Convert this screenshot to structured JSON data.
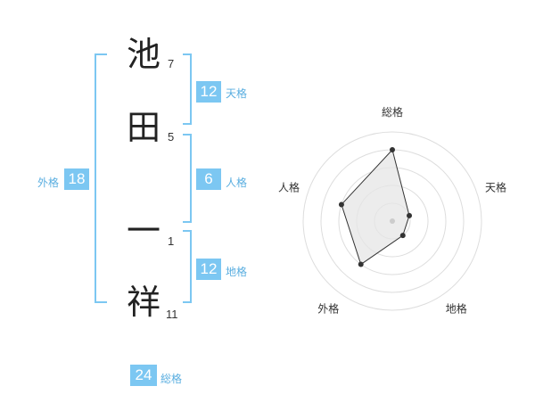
{
  "name": {
    "chars": [
      {
        "char": "池",
        "strokes": "7"
      },
      {
        "char": "田",
        "strokes": "5"
      },
      {
        "char": "一",
        "strokes": "1"
      },
      {
        "char": "祥",
        "strokes": "11"
      }
    ]
  },
  "kaku": {
    "tenkaku": {
      "value": "12",
      "label": "天格"
    },
    "jinkaku": {
      "value": "6",
      "label": "人格"
    },
    "chikaku": {
      "value": "12",
      "label": "地格"
    },
    "gaikaku": {
      "value": "18",
      "label": "外格"
    },
    "soukaku": {
      "value": "24",
      "label": "総格"
    }
  },
  "colors": {
    "accent": "#7cc7f2",
    "label": "#5aaee0"
  },
  "chart_data": {
    "type": "radar",
    "axes": [
      "総格",
      "天格",
      "地格",
      "外格",
      "人格"
    ],
    "values": [
      4,
      1,
      1,
      3,
      3
    ],
    "max": 5,
    "rings": 5
  }
}
